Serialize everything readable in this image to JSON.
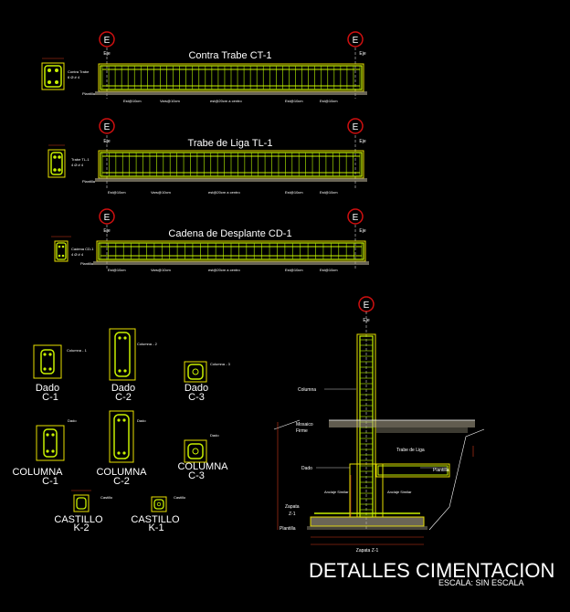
{
  "colors": {
    "background": "#000000",
    "rebar": "#c8f000",
    "stirrup": "#9fd600",
    "outline": "#e8e000",
    "concrete": "#b0a890",
    "axis": "#ffffff",
    "axis_bubble": "#d01010",
    "dimension": "#d43a1a",
    "text": "#ffffff"
  },
  "axis_bubble": {
    "letter": "E",
    "label": "Eje"
  },
  "beams": [
    {
      "title": "Contra Trabe CT-1",
      "section_note_1": "Contra Trabe",
      "section_note_2": "6 Ø # 4",
      "plantilla": "Plantilla",
      "callouts": [
        "Est@10cm",
        "Vars@10cm",
        "est@20cm a centro",
        "Est@10cm",
        "Est@10cm"
      ]
    },
    {
      "title": "Trabe de Liga TL-1",
      "section_note_1": "Trabe TL-1",
      "section_note_2": "4 Ø # 4",
      "plantilla": "Plantilla",
      "callouts": [
        "Est@10cm",
        "Vars@10cm",
        "est@20cm a centro",
        "Est@10cm",
        "Est@10cm"
      ]
    },
    {
      "title": "Cadena de Desplante CD-1",
      "section_note_1": "Cadena CD-1",
      "section_note_2": "4 Ø # 4",
      "plantilla": "Plantilla",
      "callouts": [
        "Est@10cm",
        "Vars@10cm",
        "est@20cm a centro",
        "Est@10cm",
        "Est@10cm"
      ]
    }
  ],
  "sections": [
    {
      "label": "Dado",
      "code": "C-1",
      "note": "Columna - 1"
    },
    {
      "label": "Dado",
      "code": "C-2",
      "note": "Columna - 2"
    },
    {
      "label": "Dado",
      "code": "C-3",
      "note": "Columna - 3"
    },
    {
      "label": "COLUMNA",
      "code": "C-1",
      "note": "Dado"
    },
    {
      "label": "COLUMNA",
      "code": "C-2",
      "note": "Dado"
    },
    {
      "label": "COLUMNA",
      "code": "C-3",
      "note": "Dado"
    },
    {
      "label": "CASTILLO",
      "code": "K-2",
      "note": "Castillo"
    },
    {
      "label": "CASTILLO",
      "code": "K-1",
      "note": "Castillo"
    }
  ],
  "detail": {
    "columna": "Columna",
    "mosaico_1": "Mosaico",
    "mosaico_2": "Firme",
    "trabe_de_liga": "Trabe de Liga",
    "plantilla_right": "Plantilla",
    "dado": "Dado",
    "zapata_1": "Zapata",
    "zapata_2": "Z-1",
    "plantilla_left": "Plantilla",
    "zapata_bottom": "Zapata Z-1",
    "anclaje_left": "Anclaje Similar",
    "anclaje_right": "Anclaje Similar"
  },
  "footer": {
    "title": "DETALLES CIMENTACION",
    "subtitle": "ESCALA: SIN ESCALA"
  }
}
